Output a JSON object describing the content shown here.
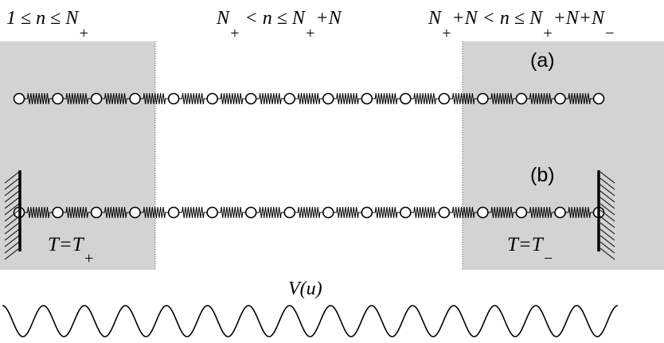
{
  "header": {
    "left": {
      "pre": "1 ≤ n ≤ N",
      "sub": "+"
    },
    "middle": {
      "p1": "N",
      "s1": "+",
      "p2": " < n ≤ N",
      "s2": "+",
      "p3": "+N"
    },
    "right": {
      "p1": "N",
      "s1": "+",
      "p2": "+N < n ≤ N",
      "s2": "+",
      "p3": "+N+N",
      "s3": "−"
    }
  },
  "labels": {
    "chain_a": "(a)",
    "chain_b": "(b)",
    "temp_left": {
      "main": "T=T",
      "sub": "+"
    },
    "temp_right": {
      "main": "T=T",
      "sub": "−"
    },
    "potential": "V(u)"
  },
  "diagram": {
    "particle_count": 16,
    "heat_bath_color": "#d3d3d3",
    "line_color": "#000000",
    "wave_periods": 15
  }
}
